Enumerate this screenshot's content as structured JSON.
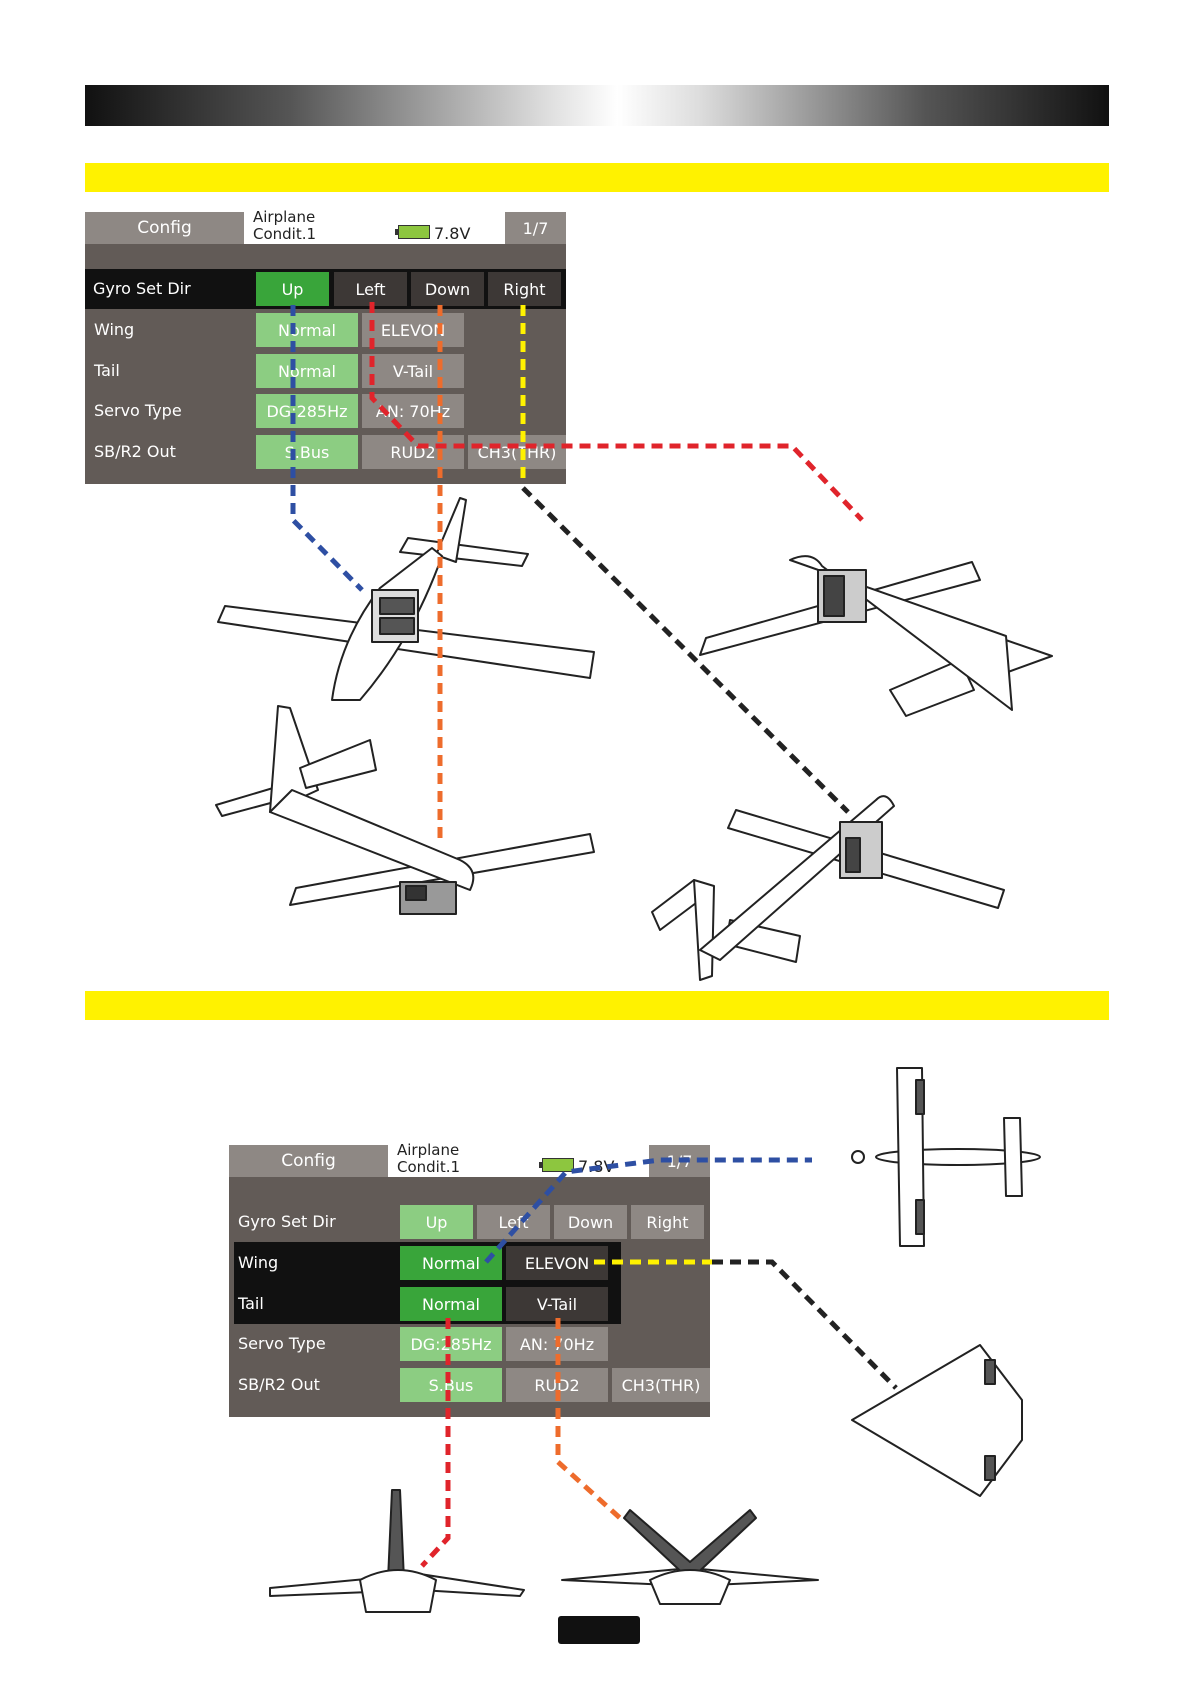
{
  "screen_top": {
    "config_tab": "Config",
    "model_type": "Airplane",
    "condition": "Condit.1",
    "voltage": "7.8V",
    "page": "1/7",
    "rows": [
      {
        "label": "Gyro Set Dir",
        "options": [
          "Up",
          "Left",
          "Down",
          "Right"
        ]
      },
      {
        "label": "Wing",
        "options": [
          "Normal",
          "ELEVON"
        ]
      },
      {
        "label": "Tail",
        "options": [
          "Normal",
          "V-Tail"
        ]
      },
      {
        "label": "Servo Type",
        "options": [
          "DG:285Hz",
          "AN: 70Hz"
        ]
      },
      {
        "label": "SB/R2 Out",
        "options": [
          "S.Bus",
          "RUD2",
          "CH3(THR)"
        ]
      }
    ]
  },
  "screen_bottom": {
    "config_tab": "Config",
    "model_type": "Airplane",
    "condition": "Condit.1",
    "voltage": "7.8V",
    "page": "1/7",
    "rows": [
      {
        "label": "Gyro Set Dir",
        "options": [
          "Up",
          "Left",
          "Down",
          "Right"
        ]
      },
      {
        "label": "Wing",
        "options": [
          "Normal",
          "ELEVON"
        ]
      },
      {
        "label": "Tail",
        "options": [
          "Normal",
          "V-Tail"
        ]
      },
      {
        "label": "Servo Type",
        "options": [
          "DG:285Hz",
          "AN: 70Hz"
        ]
      },
      {
        "label": "SB/R2 Out",
        "options": [
          "S.Bus",
          "RUD2",
          "CH3(THR)"
        ]
      }
    ]
  },
  "colors": {
    "yellow_bar": "#fff200",
    "screen_bg": "#625b57",
    "selected_green": "#39a53a",
    "light_green": "#8ccd82",
    "button_gray": "#8e8884",
    "line_blue": "#2e4fa3",
    "line_red": "#e0242b",
    "line_orange": "#ee6c2c",
    "line_yellow": "#fff200",
    "line_black": "#222222"
  }
}
